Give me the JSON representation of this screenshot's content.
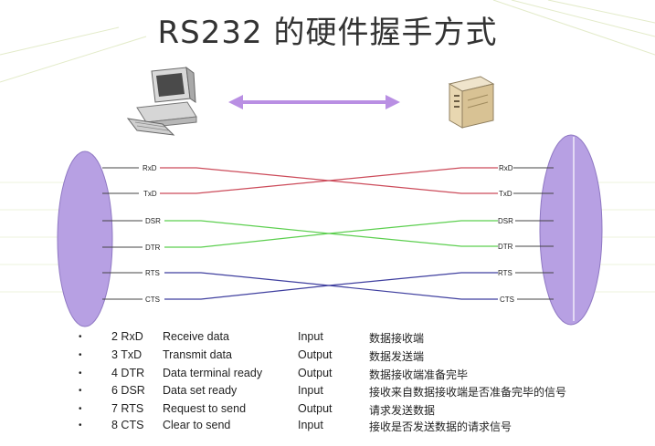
{
  "title": "RS232 的硬件握手方式",
  "colors": {
    "rxd_txd": "#cc4b5a",
    "dsr_dtr": "#5ccf4f",
    "rts_cts": "#3f3f9f",
    "ellipse": "#b7a0e3",
    "arrow": "#b98fe3"
  },
  "left_signals": [
    "RxD",
    "TxD",
    "DSR",
    "DTR",
    "RTS",
    "CTS"
  ],
  "right_signals": [
    "RxD",
    "TxD",
    "DSR",
    "DTR",
    "RTS",
    "CTS"
  ],
  "icons": {
    "left": "desktop-computer-icon",
    "right": "server-icon"
  },
  "table": {
    "rows": [
      {
        "bullet": "•",
        "pin": "2 RxD",
        "desc": "Receive data",
        "dir": "Input",
        "cn": "数据接收端"
      },
      {
        "bullet": "•",
        "pin": "3 TxD",
        "desc": "Transmit data",
        "dir": "Output",
        "cn": "数据发送端"
      },
      {
        "bullet": "•",
        "pin": "4 DTR",
        "desc": "Data terminal ready",
        "dir": "Output",
        "cn": "数据接收端准备完毕"
      },
      {
        "bullet": "•",
        "pin": "6 DSR",
        "desc": "Data set ready",
        "dir": "Input",
        "cn": "接收来自数据接收端是否准备完毕的信号"
      },
      {
        "bullet": "•",
        "pin": "7 RTS",
        "desc": "Request to send",
        "dir": "Output",
        "cn": "请求发送数据"
      },
      {
        "bullet": "•",
        "pin": "8 CTS",
        "desc": "Clear to send",
        "dir": "Input",
        "cn": "接收是否发送数据的请求信号"
      }
    ]
  }
}
